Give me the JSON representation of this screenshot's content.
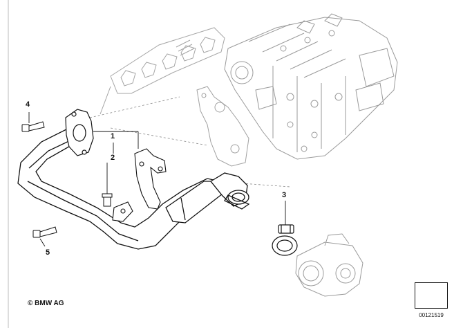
{
  "diagram": {
    "callouts": [
      {
        "id": "1",
        "label": "1"
      },
      {
        "id": "2",
        "label": "2"
      },
      {
        "id": "3",
        "label": "3"
      },
      {
        "id": "4",
        "label": "4"
      },
      {
        "id": "5",
        "label": "5"
      }
    ],
    "copyright": "© BMW AG",
    "document_number": "00121519"
  }
}
